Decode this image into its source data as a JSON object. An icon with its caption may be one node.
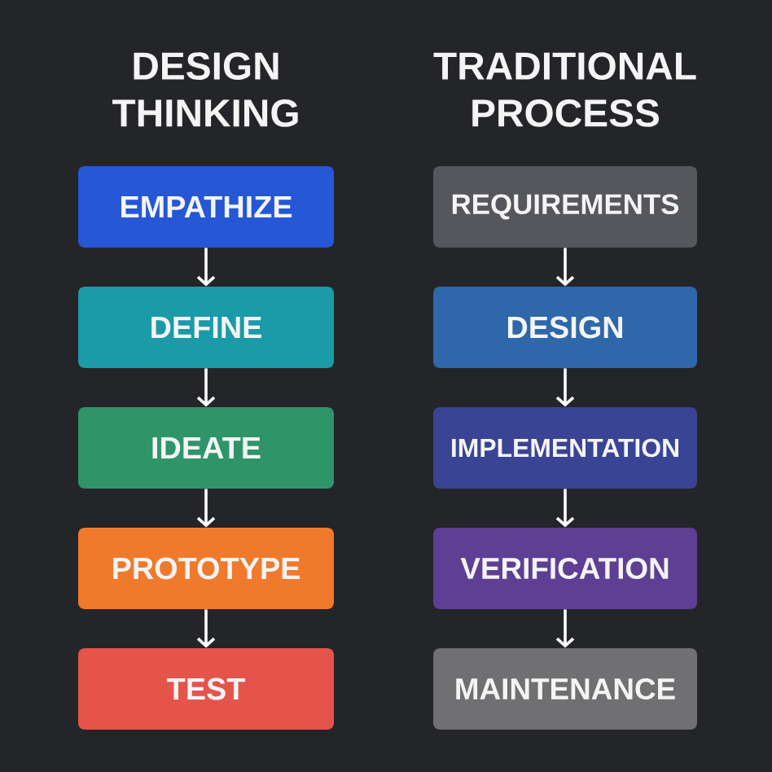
{
  "diagram": {
    "nodes": [
      {
        "text": [
          "EMPATHIZE"
        ]
      },
      {
        "text": [
          "DEFINE"
        ]
      },
      {
        "text": [
          "IDEATE"
        ]
      },
      {
        "text": [
          "PROTOTYPE"
        ]
      },
      {
        "text": [
          "TEST"
        ]
      },
      {
        "text": [
          "REQUIREMENTS"
        ]
      },
      {
        "text": [
          "DESIGN"
        ]
      },
      {
        "text": [
          "IMPLEMENTATION"
        ]
      },
      {
        "text": [
          "VERIFICATION"
        ]
      },
      {
        "text": [
          "MAINTENANCE"
        ]
      }
    ],
    "edges": [
      {
        "from": 0,
        "to": 1,
        "arrow": "to"
      },
      {
        "from": 1,
        "to": 2,
        "arrow": "to"
      },
      {
        "from": 2,
        "to": 3,
        "arrow": "to"
      },
      {
        "from": 3,
        "to": 4,
        "arrow": "to"
      },
      {
        "from": 5,
        "to": 6,
        "arrow": "to"
      },
      {
        "from": 6,
        "to": 7,
        "arrow": "to"
      },
      {
        "from": 7,
        "to": 8,
        "arrow": "to"
      },
      {
        "from": 8,
        "to": 9,
        "arrow": "to"
      }
    ],
    "labels": [
      "DESIGN THINKING",
      "TRADITIONAL PROCESS"
    ]
  }
}
